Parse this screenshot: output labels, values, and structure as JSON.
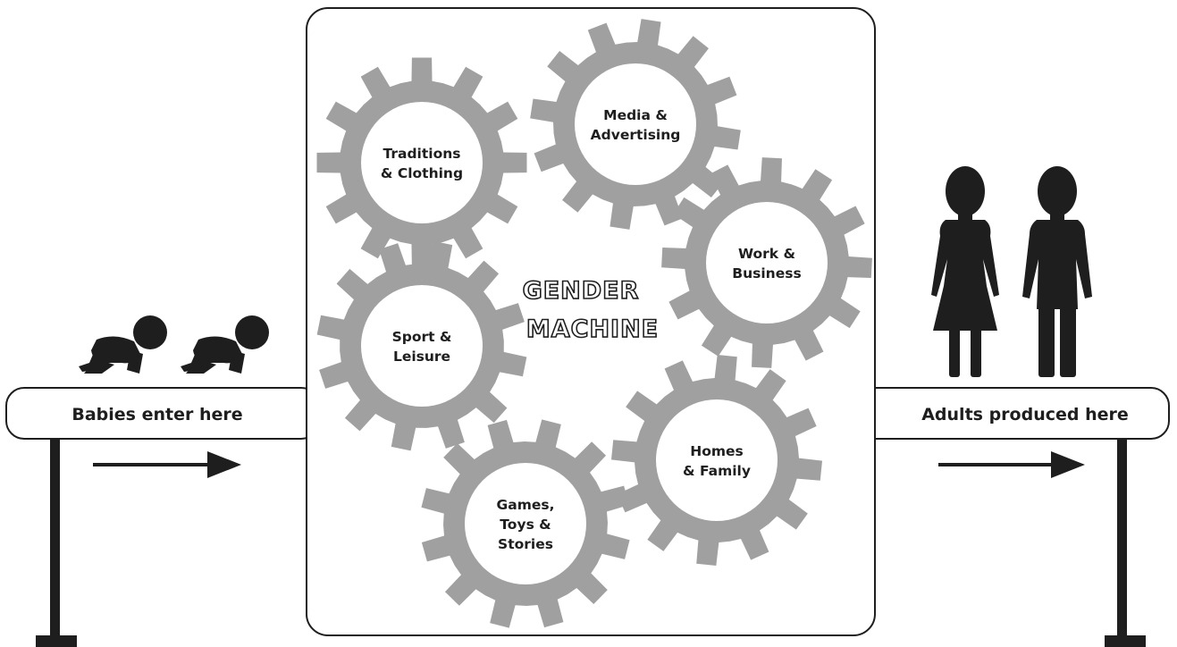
{
  "machine": {
    "title_line1": "GENDER",
    "title_line2": "MACHINE"
  },
  "input_belt": {
    "label": "Babies enter here"
  },
  "output_belt": {
    "label": "Adults produced here"
  },
  "gears": [
    {
      "lines": [
        "Traditions",
        "& Clothing"
      ]
    },
    {
      "lines": [
        "Media &",
        "Advertising"
      ]
    },
    {
      "lines": [
        "Work &",
        "Business"
      ]
    },
    {
      "lines": [
        "Sport &",
        "Leisure"
      ]
    },
    {
      "lines": [
        "Homes",
        "& Family"
      ]
    },
    {
      "lines": [
        "Games,",
        "Toys &",
        "Stories"
      ]
    }
  ],
  "colors": {
    "gear": "#a0a0a0",
    "ink": "#1e1e1e",
    "background": "#ffffff"
  },
  "icons": {
    "babies": [
      "crawling-baby-icon",
      "crawling-baby-icon"
    ],
    "adults": [
      "woman-icon",
      "man-icon"
    ]
  }
}
